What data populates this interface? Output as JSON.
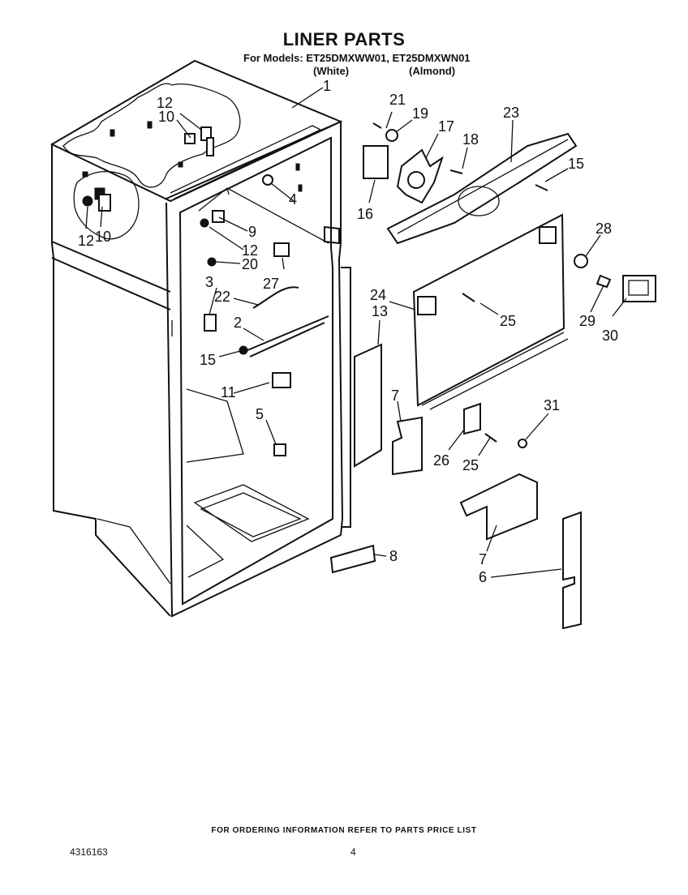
{
  "header": {
    "title": "LINER PARTS",
    "models_line": "For Models: ET25DMXWW01, ET25DMXWN01",
    "color_white": "(White)",
    "color_almond": "(Almond)"
  },
  "callouts": [
    {
      "id": "c1",
      "text": "1"
    },
    {
      "id": "c2",
      "text": "2"
    },
    {
      "id": "c3",
      "text": "3"
    },
    {
      "id": "c4",
      "text": "4"
    },
    {
      "id": "c5",
      "text": "5"
    },
    {
      "id": "c6",
      "text": "6"
    },
    {
      "id": "c7a",
      "text": "7"
    },
    {
      "id": "c7b",
      "text": "7"
    },
    {
      "id": "c8",
      "text": "8"
    },
    {
      "id": "c9",
      "text": "9"
    },
    {
      "id": "c10a",
      "text": "10"
    },
    {
      "id": "c10b",
      "text": "10"
    },
    {
      "id": "c11",
      "text": "11"
    },
    {
      "id": "c12a",
      "text": "12"
    },
    {
      "id": "c12b",
      "text": "12"
    },
    {
      "id": "c12c",
      "text": "12"
    },
    {
      "id": "c13",
      "text": "13"
    },
    {
      "id": "c15a",
      "text": "15"
    },
    {
      "id": "c15b",
      "text": "15"
    },
    {
      "id": "c16",
      "text": "16"
    },
    {
      "id": "c17",
      "text": "17"
    },
    {
      "id": "c18",
      "text": "18"
    },
    {
      "id": "c19",
      "text": "19"
    },
    {
      "id": "c20",
      "text": "20"
    },
    {
      "id": "c21",
      "text": "21"
    },
    {
      "id": "c22",
      "text": "22"
    },
    {
      "id": "c23",
      "text": "23"
    },
    {
      "id": "c24",
      "text": "24"
    },
    {
      "id": "c25a",
      "text": "25"
    },
    {
      "id": "c25b",
      "text": "25"
    },
    {
      "id": "c26",
      "text": "26"
    },
    {
      "id": "c27",
      "text": "27"
    },
    {
      "id": "c28",
      "text": "28"
    },
    {
      "id": "c29",
      "text": "29"
    },
    {
      "id": "c30",
      "text": "30"
    },
    {
      "id": "c31",
      "text": "31"
    }
  ],
  "footer": {
    "note": "FOR ORDERING INFORMATION REFER TO PARTS PRICE LIST",
    "doc_number": "4316163",
    "page_number": "4"
  }
}
